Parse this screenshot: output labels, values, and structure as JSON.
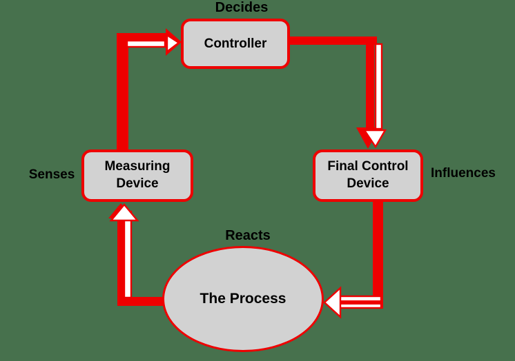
{
  "diagram": {
    "type": "control-loop-flow-diagram",
    "labels": {
      "decides": "Decides",
      "senses": "Senses",
      "influences": "Influences",
      "reacts": "Reacts"
    },
    "nodes": {
      "controller": "Controller",
      "measuring_device": "Measuring Device",
      "final_control_device": "Final Control Device",
      "process": "The Process"
    },
    "colors": {
      "background": "#47714D",
      "arrow": "#EE0000",
      "node_fill": "#D2D2D2",
      "node_border": "#EE0000",
      "label_text": "#000000"
    }
  }
}
